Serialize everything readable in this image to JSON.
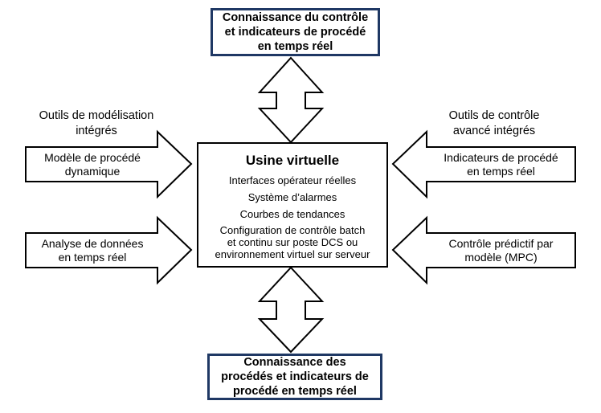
{
  "top_box": "Connaissance du contrôle\net indicateurs de procédé\nen temps réel",
  "bottom_box": "Connaissance des\nprocédés et indicateurs de\nprocédé en temps réel",
  "center": {
    "title": "Usine virtuelle",
    "items": [
      "Interfaces opérateur réelles",
      "Système d’alarmes",
      "Courbes de tendances",
      "Configuration de contrôle batch\net continu sur poste DCS ou\nenvironnement virtuel sur serveur"
    ]
  },
  "left_caption": "Outils de modélisation\nintégrés",
  "right_caption": "Outils de contrôle\navancé intégrés",
  "arrows": {
    "left_top": "Modèle de procédé\ndynamique",
    "left_bottom": "Analyse de données\nen temps réel",
    "right_top": "Indicateurs de procédé\nen temps réel",
    "right_bottom": "Contrôle prédictif par\nmodèle (MPC)"
  },
  "colors": {
    "box_border": "#1f3864",
    "line": "#000000"
  }
}
